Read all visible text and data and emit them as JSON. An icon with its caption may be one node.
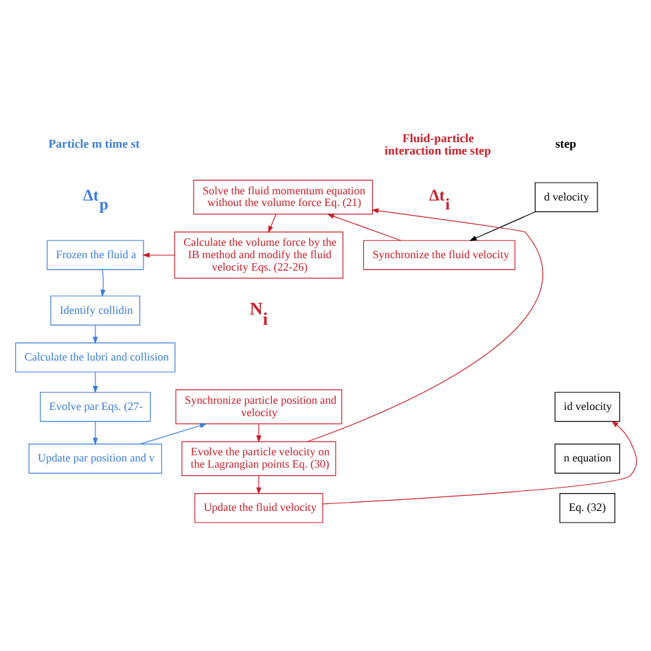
{
  "diagram": {
    "nodes": [
      {
        "text": [
          "d velocity"
        ]
      },
      {
        "text": [
          "id velocity"
        ]
      },
      {
        "text": [
          "n equation"
        ]
      },
      {
        "text": [
          "Eq. (32)"
        ]
      },
      {
        "text": [
          "Synchronize the fluid velocity"
        ]
      },
      {
        "text": [
          "Solve the fluid momentum equation without the volume force Eq. (21)"
        ]
      },
      {
        "text": [
          "Calculate the volume force by the IB method and modify the fluid velocity Eqs. (22-26)"
        ]
      },
      {
        "text": [
          "Synchronize particle position and velocity"
        ]
      },
      {
        "text": [
          "Evolve the particle velocity on the Lagrangian points Eq. (30)"
        ]
      },
      {
        "text": [
          "Update the fluid velocity"
        ]
      },
      {
        "text": [
          "Frozen the fluid a"
        ]
      },
      {
        "text": [
          "Identify collidin"
        ]
      },
      {
        "text": [
          "Calculate the lubri and collision"
        ]
      },
      {
        "text": [
          "Evolve par Eqs. (27-"
        ]
      },
      {
        "text": [
          "Update par position and v"
        ]
      }
    ],
    "edges": [
      {
        "from": 0,
        "to": 4,
        "arrow": "to",
        "color": "#000000"
      },
      {
        "from": 4,
        "to": 5,
        "arrow": "to"
      },
      {
        "from": 5,
        "to": 6,
        "arrow": "to"
      },
      {
        "from": 6,
        "to": 10,
        "arrow": "to"
      },
      {
        "from": 7,
        "to": 8,
        "arrow": "to"
      },
      {
        "from": 8,
        "to": 9,
        "arrow": "to"
      },
      {
        "from": 8,
        "to": 5,
        "arrow": "to"
      },
      {
        "from": 9,
        "to": 1,
        "arrow": "to"
      },
      {
        "from": 10,
        "to": 11,
        "arrow": "to",
        "color": "#3c7dd9"
      },
      {
        "from": 11,
        "to": 12,
        "arrow": "to",
        "color": "#3c7dd9"
      },
      {
        "from": 12,
        "to": 13,
        "arrow": "to",
        "color": "#3c7dd9"
      },
      {
        "from": 13,
        "to": 14,
        "arrow": "to",
        "color": "#3c7dd9"
      },
      {
        "from": 14,
        "to": 7,
        "arrow": "to",
        "color": "#3c7dd9"
      }
    ],
    "labels": [
      "step",
      "Fluid-particle interaction time step",
      "Δt$_{i}$",
      "Particle m time st",
      "Δt$_{p}$",
      "N$_{i}$"
    ]
  }
}
